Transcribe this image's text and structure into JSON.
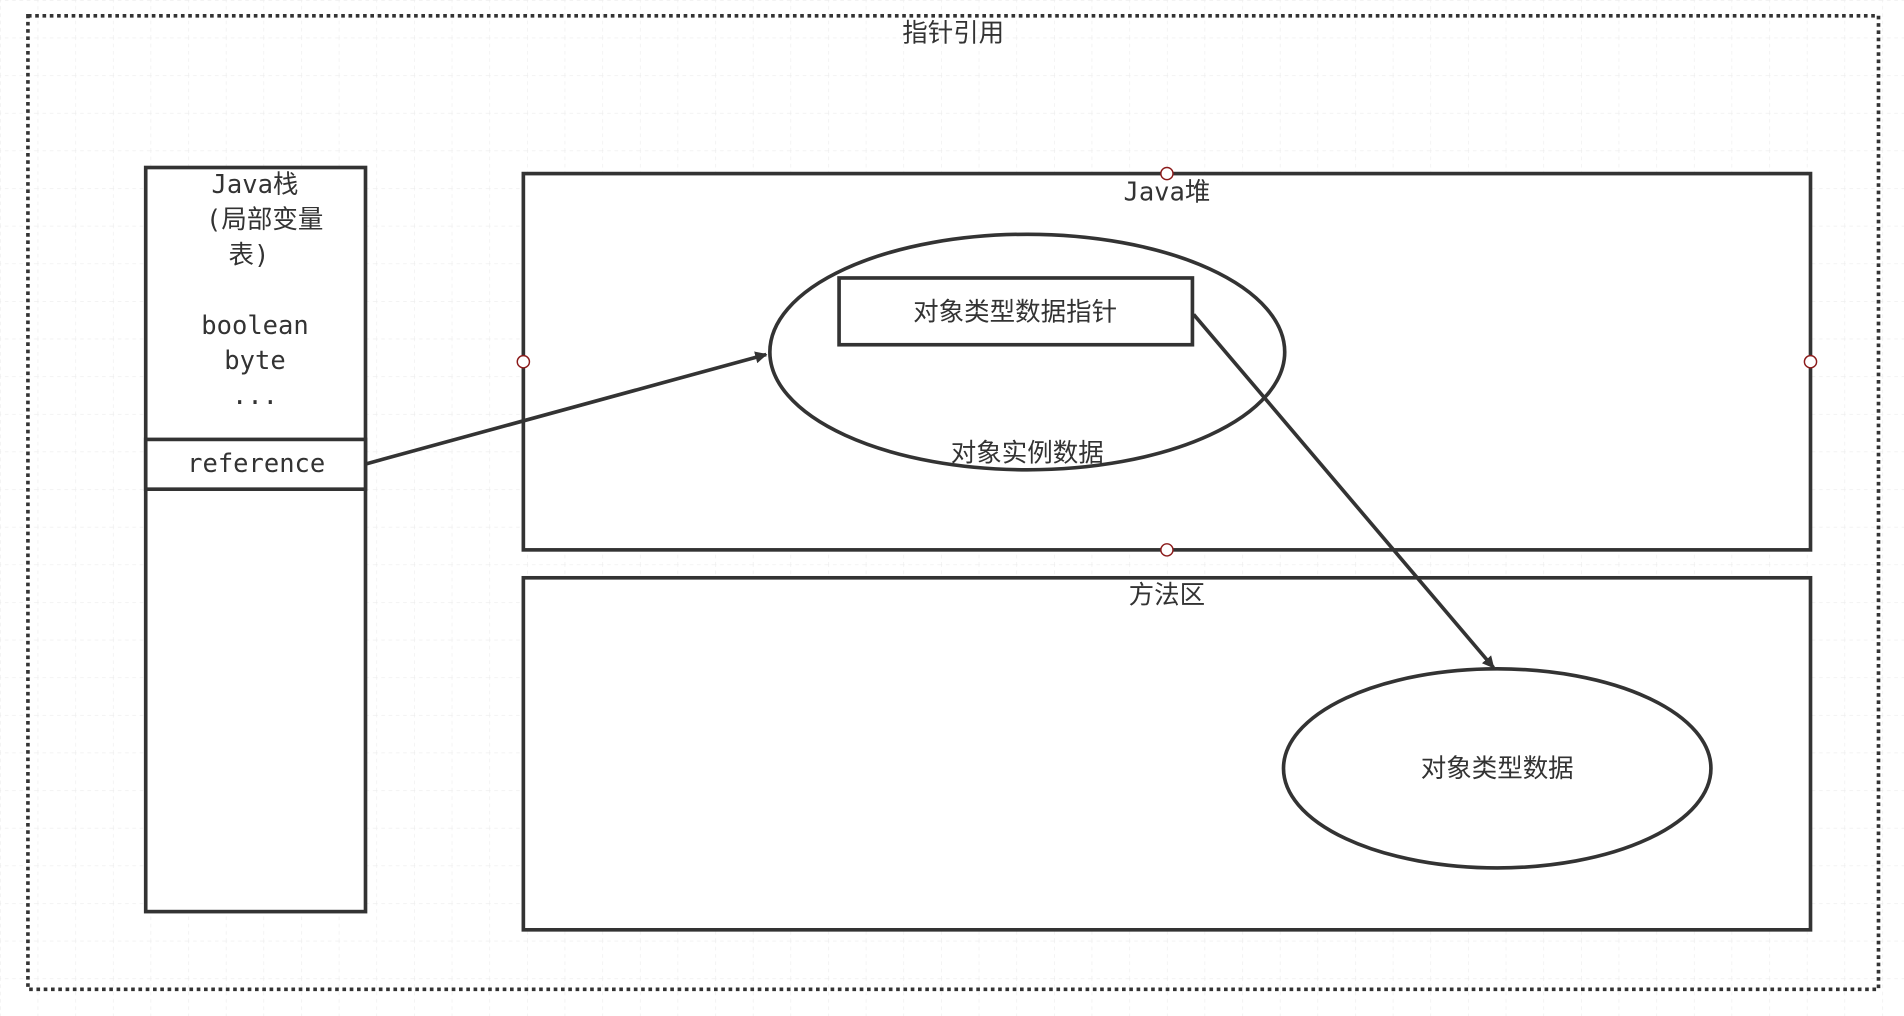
{
  "diagram": {
    "title": "指针引用",
    "stack": {
      "title_line1": "Java栈",
      "title_line2": "(局部变量",
      "title_line3": "表)",
      "item1": "boolean",
      "item2": "byte",
      "item3": "...",
      "reference": "reference"
    },
    "heap": {
      "title": "Java堆",
      "instance_label": "对象实例数据",
      "pointer_label": "对象类型数据指针"
    },
    "method_area": {
      "title": "方法区",
      "type_data_label": "对象类型数据"
    },
    "colors": {
      "stroke": "#333333",
      "grid": "#e8e8e8",
      "handle": "#8b1a1a"
    }
  }
}
